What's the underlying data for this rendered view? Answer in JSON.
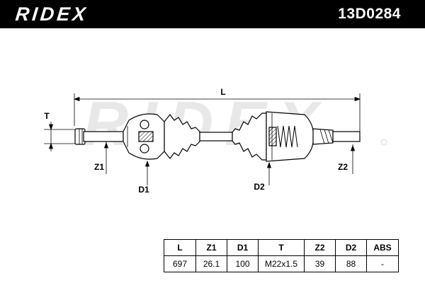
{
  "header": {
    "brand": "RIDEX",
    "part_number": "13D0284",
    "background_color": "#000000",
    "text_color": "#ffffff"
  },
  "drawing": {
    "watermark": "RIDEX",
    "watermark_color": "#e6e6e6",
    "labels": {
      "overall_length": "L",
      "thread": "T",
      "teeth_inner": "Z1",
      "teeth_outer": "Z2",
      "diameter_inner": "D1",
      "diameter_outer": "D2"
    }
  },
  "specs": {
    "headers": [
      "L",
      "Z1",
      "D1",
      "T",
      "Z2",
      "D2",
      "ABS"
    ],
    "values": [
      "697",
      "26.1",
      "100",
      "M22x1.5",
      "39",
      "88",
      "-"
    ]
  }
}
